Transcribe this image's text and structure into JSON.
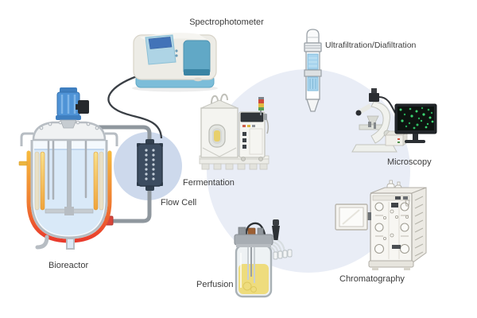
{
  "diagram": {
    "description": "Bioprocess monitoring workflow diagram",
    "labels": {
      "spectrophotometer": "Spectrophotometer",
      "ultrafiltration": "Ultrafiltration/Diafiltration",
      "fermentation": "Fermentation",
      "flow_cell": "Flow Cell",
      "microscopy": "Microscopy",
      "bioreactor": "Bioreactor",
      "perfusion": "Perfusion",
      "chromatography": "Chromatography"
    },
    "colors": {
      "background": "#ffffff",
      "big_circle": "#e9edf6",
      "small_circle": "#cdd9ec",
      "label_text": "#3c3c3c",
      "flow_cell_body": "#3c4c60",
      "heater_orange": "#f2a93b",
      "heater_red": "#e93a2c",
      "motor_blue": "#4f93d6",
      "spectrophotometer_lid_blue": "#61a8c6",
      "perfusion_liquid_yellow": "#eedc7d",
      "microscopy_cells_green": "#35c96a",
      "pipe_gray": "#8f979e",
      "cable_black": "#3a3f45"
    },
    "icons": [
      {
        "name": "bioreactor-illustration"
      },
      {
        "name": "spectrophotometer-illustration"
      },
      {
        "name": "flow-cell-illustration"
      },
      {
        "name": "fermentation-illustration"
      },
      {
        "name": "ultrafiltration-column-illustration"
      },
      {
        "name": "microscopy-illustration"
      },
      {
        "name": "chromatography-illustration"
      },
      {
        "name": "perfusion-vessel-illustration"
      }
    ]
  }
}
